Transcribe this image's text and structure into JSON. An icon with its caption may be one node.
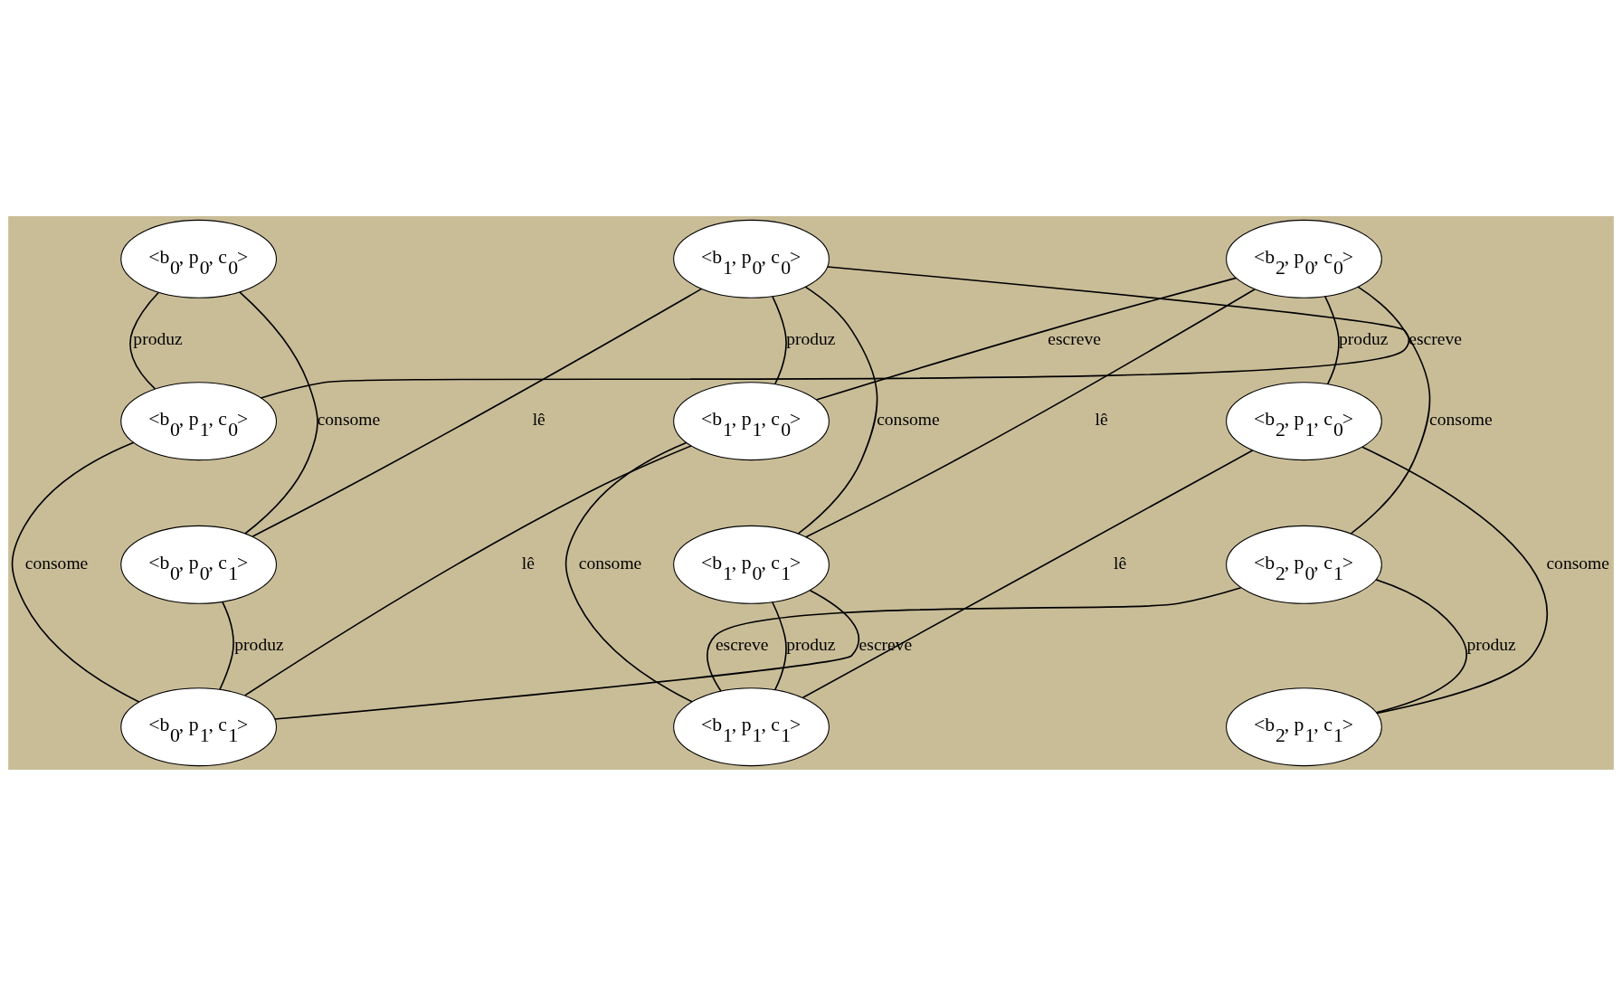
{
  "diagram": {
    "nodes": [
      {
        "text": [
          "<b$_{0}$, p$_{0}$, c$_{0}$>"
        ]
      },
      {
        "text": [
          "<b$_{1}$, p$_{0}$, c$_{0}$>"
        ]
      },
      {
        "text": [
          "<b$_{2}$, p$_{0}$, c$_{0}$>"
        ]
      },
      {
        "text": [
          "<b$_{0}$, p$_{1}$, c$_{0}$>"
        ]
      },
      {
        "text": [
          "<b$_{1}$, p$_{1}$, c$_{0}$>"
        ]
      },
      {
        "text": [
          "<b$_{2}$, p$_{1}$, c$_{0}$>"
        ]
      },
      {
        "text": [
          "<b$_{0}$, p$_{0}$, c$_{1}$>"
        ]
      },
      {
        "text": [
          "<b$_{1}$, p$_{0}$, c$_{1}$>"
        ]
      },
      {
        "text": [
          "<b$_{2}$, p$_{0}$, c$_{1}$>"
        ]
      },
      {
        "text": [
          "<b$_{0}$, p$_{1}$, c$_{1}$>"
        ]
      },
      {
        "text": [
          "<b$_{1}$, p$_{1}$, c$_{1}$>"
        ]
      },
      {
        "text": [
          "<b$_{2}$, p$_{1}$, c$_{1}$>"
        ]
      }
    ],
    "edges": [
      {
        "from": 3,
        "to": 1,
        "arrow": "none",
        "label": "escreve"
      },
      {
        "from": 4,
        "to": 2,
        "arrow": "none",
        "label": "escreve"
      },
      {
        "from": 0,
        "to": 3,
        "arrow": "none",
        "label": "produz"
      },
      {
        "from": 1,
        "to": 4,
        "arrow": "none",
        "label": "produz"
      },
      {
        "from": 2,
        "to": 5,
        "arrow": "none",
        "label": "produz"
      },
      {
        "from": 0,
        "to": 6,
        "arrow": "none",
        "label": "consome"
      },
      {
        "from": 1,
        "to": 7,
        "arrow": "none",
        "label": "consome"
      },
      {
        "from": 2,
        "to": 8,
        "arrow": "none",
        "label": "consome"
      },
      {
        "from": 1,
        "to": 6,
        "arrow": "none",
        "label": "lê"
      },
      {
        "from": 2,
        "to": 7,
        "arrow": "none",
        "label": "lê"
      },
      {
        "from": 3,
        "to": 9,
        "arrow": "none",
        "label": "consome"
      },
      {
        "from": 4,
        "to": 10,
        "arrow": "none",
        "label": "consome"
      },
      {
        "from": 5,
        "to": 11,
        "arrow": "none",
        "label": "consome"
      },
      {
        "from": 4,
        "to": 9,
        "arrow": "none",
        "label": "lê"
      },
      {
        "from": 5,
        "to": 10,
        "arrow": "none",
        "label": "lê"
      },
      {
        "from": 6,
        "to": 9,
        "arrow": "none",
        "label": "produz"
      },
      {
        "from": 7,
        "to": 10,
        "arrow": "none",
        "label": "produz"
      },
      {
        "from": 8,
        "to": 11,
        "arrow": "none",
        "label": "produz"
      },
      {
        "from": 9,
        "to": 7,
        "arrow": "none",
        "label": "escreve"
      },
      {
        "from": 10,
        "to": 8,
        "arrow": "none",
        "label": "escreve"
      }
    ]
  }
}
